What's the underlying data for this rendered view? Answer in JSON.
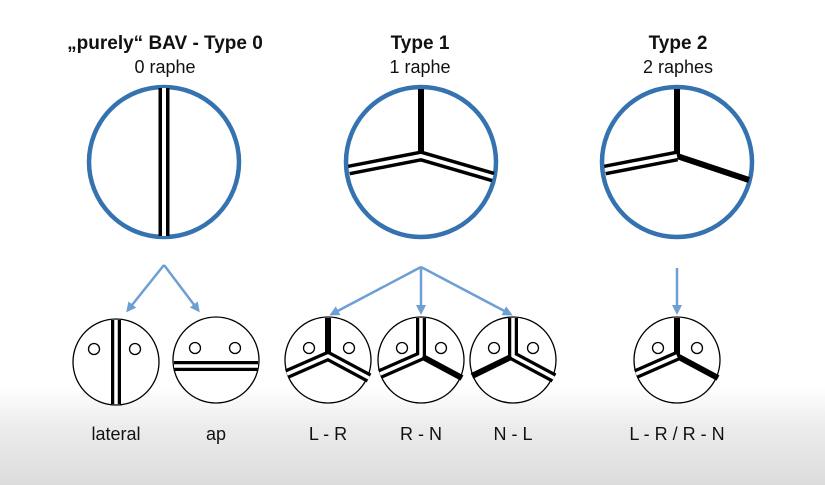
{
  "columns": [
    {
      "title": "„purely“  BAV - Type 0",
      "subtitle": "0 raphe",
      "variants": [
        {
          "label": "lateral"
        },
        {
          "label": "ap"
        }
      ]
    },
    {
      "title": "Type 1",
      "subtitle": "1 raphe",
      "variants": [
        {
          "label": "L - R"
        },
        {
          "label": "R - N"
        },
        {
          "label": "N - L"
        }
      ]
    },
    {
      "title": "Type 2",
      "subtitle": "2 raphes",
      "variants": [
        {
          "label": "L - R / R - N"
        }
      ]
    }
  ],
  "colors": {
    "circle_outline": "#3572b0",
    "arrow": "#6e9fd4",
    "raphe": "#000000",
    "commissure_gap": "#ffffff",
    "text": "#111111"
  }
}
